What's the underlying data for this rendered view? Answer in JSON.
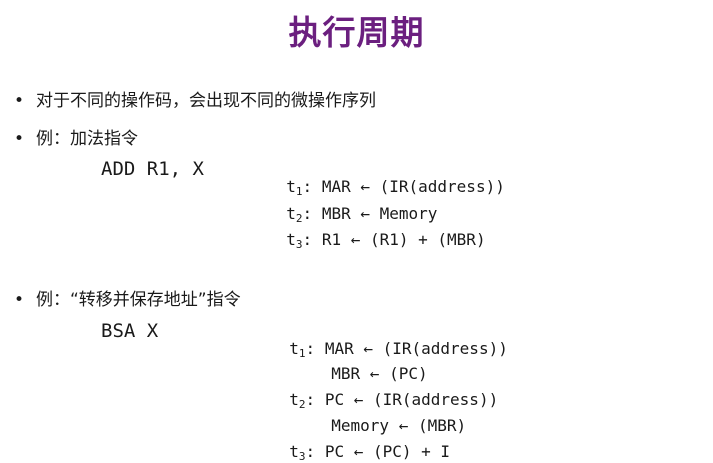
{
  "colors": {
    "title": "#6b1f7f",
    "text": "#1a1a1a"
  },
  "title": "执行周期",
  "bullets": [
    {
      "marker": "•",
      "text": "对于不同的操作码，会出现不同的微操作序列"
    },
    {
      "marker": "•",
      "text": "例：加法指令"
    },
    {
      "marker": "•",
      "text": "例：“转移并保存地址”指令"
    }
  ],
  "add": {
    "instruction": "ADD R1, X",
    "steps": [
      {
        "t": "t",
        "sub": "1",
        "sep": ":",
        "op": "MAR ← (IR(address))"
      },
      {
        "t": "t",
        "sub": "2",
        "sep": ":",
        "op": "MBR ← Memory"
      },
      {
        "t": "t",
        "sub": "3",
        "sep": ":",
        "op": "R1 ← (R1) + (MBR)"
      }
    ]
  },
  "bsa": {
    "instruction": "BSA X",
    "steps": [
      {
        "t": "t",
        "sub": "1",
        "sep": ":",
        "op": "MAR ← (IR(address))"
      },
      {
        "op": "MBR ← (PC)"
      },
      {
        "t": "t",
        "sub": "2",
        "sep": ":",
        "op": "PC ← (IR(address))"
      },
      {
        "op": "Memory ← (MBR)"
      },
      {
        "t": "t",
        "sub": "3",
        "sep": ":",
        "op": "PC ← (PC) + I"
      }
    ]
  }
}
